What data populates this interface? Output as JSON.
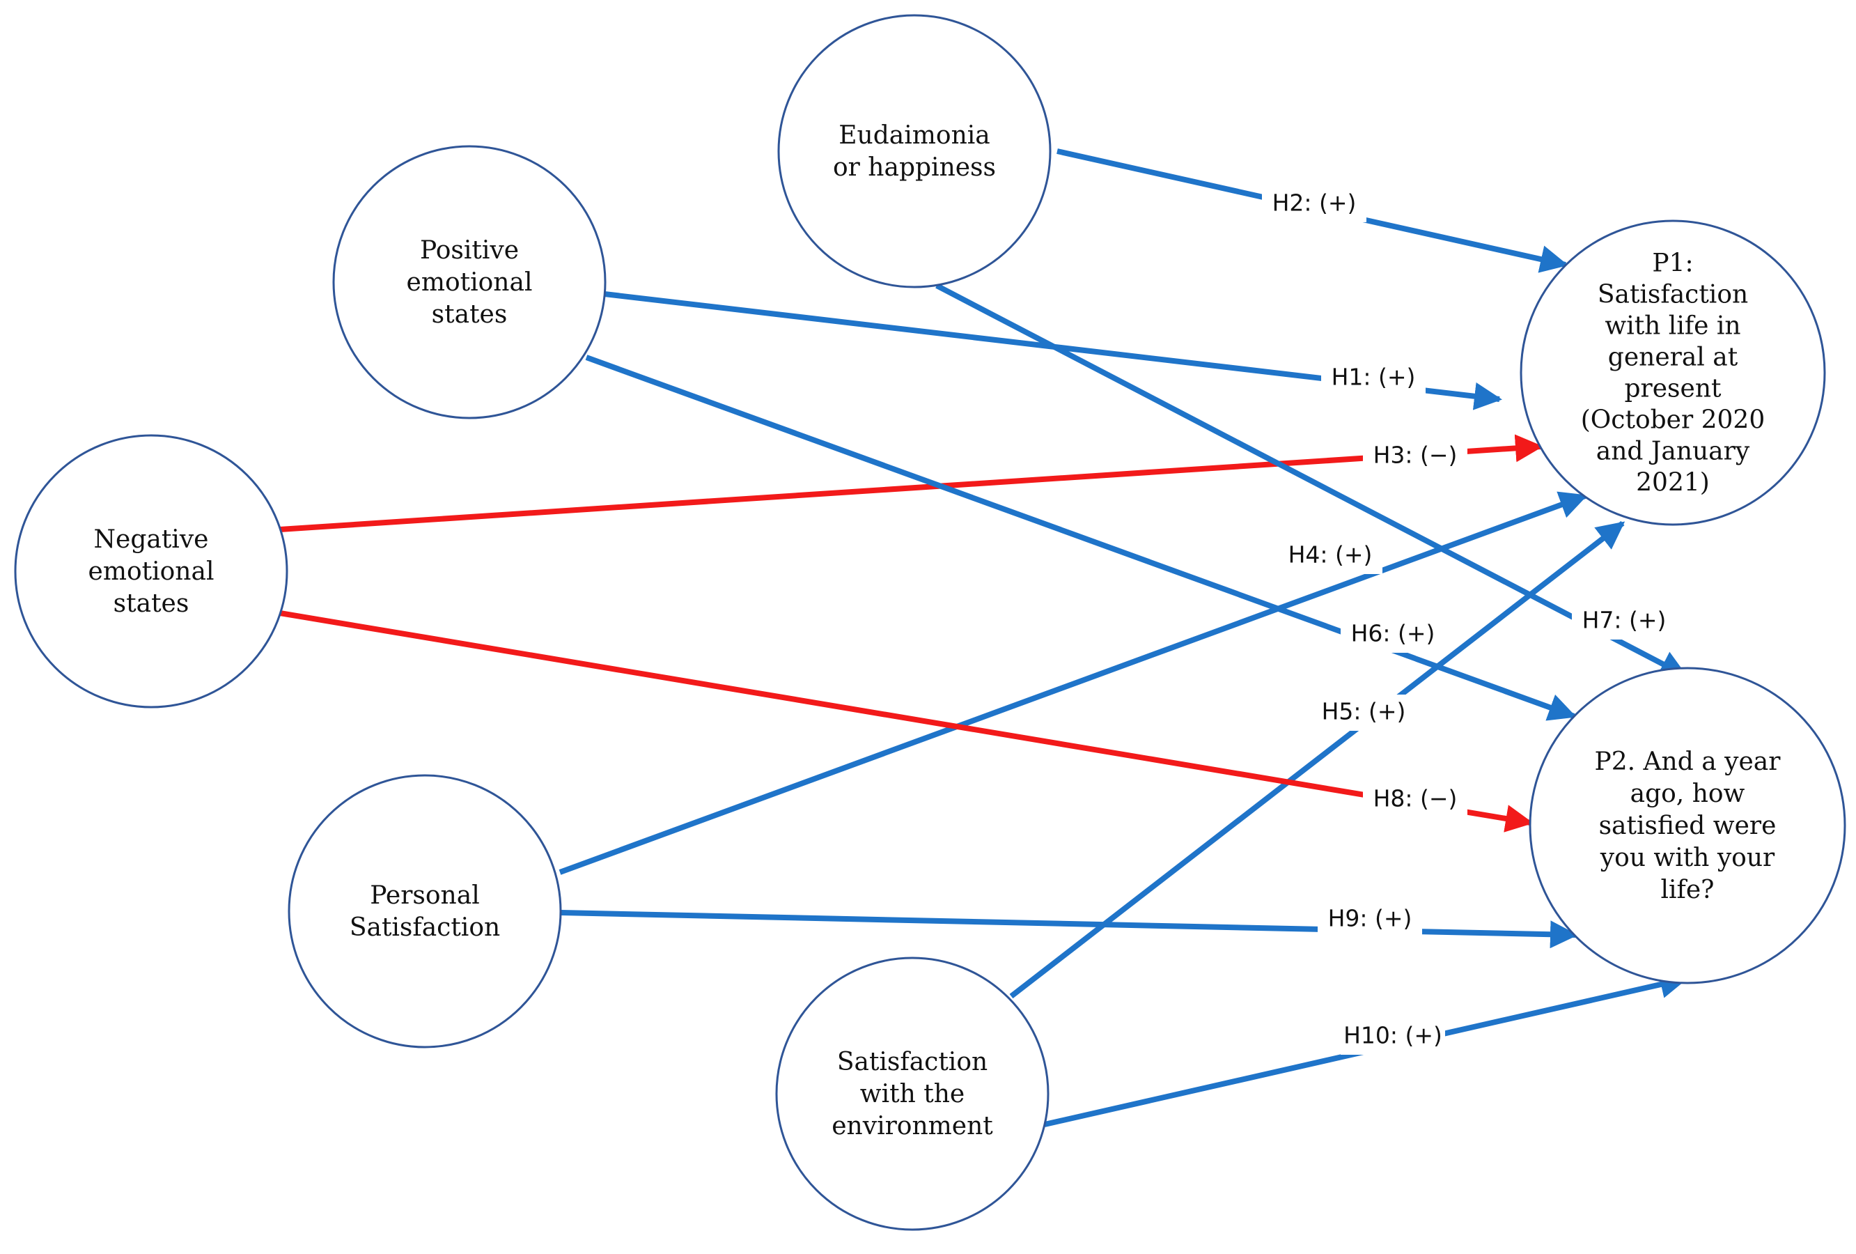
{
  "colors": {
    "positive": "#1f74c9",
    "negative": "#f21a1a",
    "node_border": "#2f5597"
  },
  "nodes": {
    "eudaimonia": {
      "lines": [
        "Eudaimonia",
        "or happiness"
      ]
    },
    "positive": {
      "lines": [
        "Positive",
        "emotional",
        "states"
      ]
    },
    "negative": {
      "lines": [
        "Negative",
        "emotional",
        "states"
      ]
    },
    "personal": {
      "lines": [
        "Personal",
        "Satisfaction"
      ]
    },
    "environment": {
      "lines": [
        "Satisfaction",
        "with the",
        "environment"
      ]
    },
    "p1": {
      "lines": [
        "P1:",
        "Satisfaction",
        "with life in",
        "general at",
        "present",
        "(October 2020",
        "and January",
        "2021)"
      ]
    },
    "p2": {
      "lines": [
        "P2. And a year",
        "ago, how",
        "satisfied were",
        "you with your",
        "life?"
      ]
    }
  },
  "edges": [
    {
      "id": "h1",
      "label": "H1: (+)",
      "sign": "positive",
      "from": "positive",
      "to": "p1"
    },
    {
      "id": "h2",
      "label": "H2: (+)",
      "sign": "positive",
      "from": "eudaimonia",
      "to": "p1"
    },
    {
      "id": "h3",
      "label": "H3: (−)",
      "sign": "negative",
      "from": "negative",
      "to": "p1"
    },
    {
      "id": "h4",
      "label": "H4: (+)",
      "sign": "positive",
      "from": "personal",
      "to": "p1"
    },
    {
      "id": "h5",
      "label": "H5: (+)",
      "sign": "positive",
      "from": "environment",
      "to": "p1"
    },
    {
      "id": "h6",
      "label": "H6: (+)",
      "sign": "positive",
      "from": "positive",
      "to": "p2"
    },
    {
      "id": "h7",
      "label": "H7: (+)",
      "sign": "positive",
      "from": "eudaimonia",
      "to": "p2"
    },
    {
      "id": "h8",
      "label": "H8: (−)",
      "sign": "negative",
      "from": "negative",
      "to": "p2"
    },
    {
      "id": "h9",
      "label": "H9: (+)",
      "sign": "positive",
      "from": "personal",
      "to": "p2"
    },
    {
      "id": "h10",
      "label": "H10: (+)",
      "sign": "positive",
      "from": "environment",
      "to": "p2"
    }
  ]
}
